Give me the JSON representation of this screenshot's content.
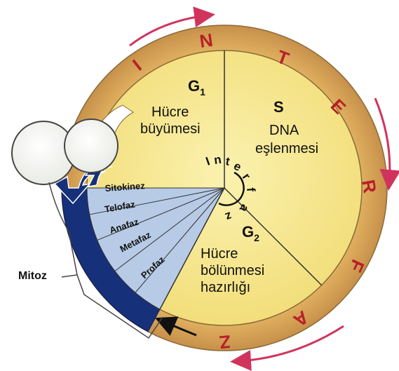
{
  "outer_ring_letters": [
    "I",
    "N",
    "T",
    "E",
    "R",
    "F",
    "A",
    "Z"
  ],
  "inner_ring_letters": [
    "I",
    "n",
    "t",
    "e",
    "r",
    "f",
    "a",
    "z"
  ],
  "g1": {
    "label": "G",
    "sub": "1",
    "line1": "Hücre",
    "line2": "büyümesi"
  },
  "s": {
    "label": "S",
    "line1": "DNA",
    "line2": "eşlenmesi"
  },
  "g2": {
    "label": "G",
    "sub": "2",
    "line1": "Hücre",
    "line2": "bölünmesi",
    "line3": "hazırlığı"
  },
  "mitosis_phases": [
    "Sitokinez",
    "Telofaz",
    "Anafaz",
    "Metafaz",
    "Profaz"
  ],
  "mitoz_label": "Mitoz",
  "colors": {
    "ring": "#d9a95a",
    "inner": "#f6e58a",
    "mitosis_fan": "#b7cbe6",
    "mitosis_band": "#16307a",
    "arrow": "#d0345c",
    "letters": "#b8202a"
  }
}
